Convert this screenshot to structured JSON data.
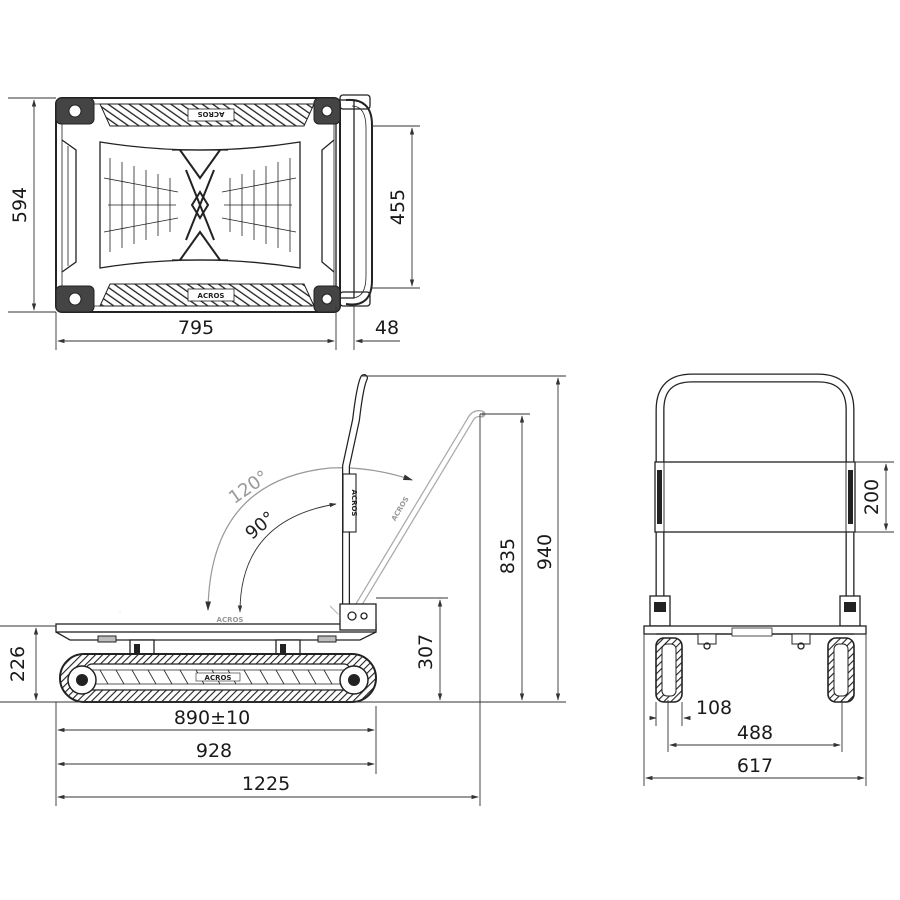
{
  "top_view": {
    "dims": {
      "width": "795",
      "depth": "594",
      "handle_span": "455",
      "handle_offset": "48"
    },
    "brand_top": "ACROS",
    "brand_bottom": "ACROS"
  },
  "side_view": {
    "dims": {
      "deck_height": "226",
      "handle_base_height": "307",
      "folded_handle_height": "835",
      "total_height": "940",
      "deck_length": "890±10",
      "body_length": "928",
      "total_length": "1225"
    },
    "angles": {
      "upright": "90°",
      "tilted": "120°"
    },
    "brand_handle": "ACROS",
    "brand_tilted": "ACROS",
    "brand_folded": "ACROS",
    "brand_track": "ACROS"
  },
  "front_view": {
    "dims": {
      "grip_height": "200",
      "wheel_width": "108",
      "inner_width": "488",
      "total_width": "617"
    }
  },
  "colors": {
    "line": "#222222",
    "ghost": "#999999",
    "dimension": "#333333"
  }
}
